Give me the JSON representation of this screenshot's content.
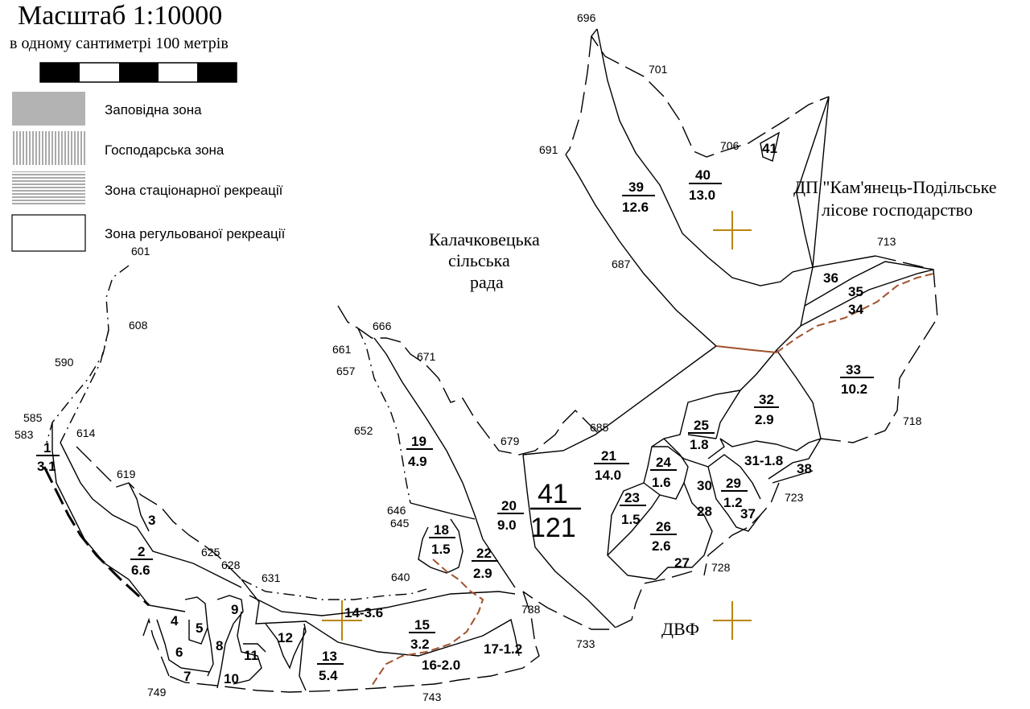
{
  "scale": {
    "title": "Масштаб  1:10000",
    "subtitle": "в одному сантиметрі 100 метрів"
  },
  "legend": [
    {
      "label": "Заповідна зона",
      "pattern": "solid-gray"
    },
    {
      "label": "Господарська зона",
      "pattern": "vertical-hatch"
    },
    {
      "label": "Зона стаціонарної рекреації",
      "pattern": "horizontal-hatch"
    },
    {
      "label": "Зона регульованої рекреації",
      "pattern": "empty"
    }
  ],
  "regions": {
    "council_line1": "Калачковецька",
    "council_line2": "сільська",
    "council_line3": "рада",
    "forestry_line1": "ДП \"Кам'янець-Подільське",
    "forestry_line2": "лісове господарство",
    "dvf": "ДВФ"
  },
  "colors": {
    "boundary": "#000000",
    "road": "#a0522d",
    "cross": "#b8860b",
    "reserve_fill": "#b3b3b3"
  },
  "points": [
    "696",
    "701",
    "691",
    "706",
    "687",
    "713",
    "718",
    "723",
    "728",
    "733",
    "738",
    "743",
    "749",
    "601",
    "608",
    "590",
    "585",
    "583",
    "614",
    "619",
    "625",
    "628",
    "631",
    "640",
    "645",
    "646",
    "652",
    "657",
    "661",
    "666",
    "671",
    "679",
    "685"
  ],
  "plots": [
    {
      "num": "1",
      "area": "3.1"
    },
    {
      "num": "2",
      "area": "6.6"
    },
    {
      "num": "3",
      "area": ""
    },
    {
      "num": "4",
      "area": ""
    },
    {
      "num": "5",
      "area": ""
    },
    {
      "num": "6",
      "area": ""
    },
    {
      "num": "7",
      "area": ""
    },
    {
      "num": "8",
      "area": ""
    },
    {
      "num": "9",
      "area": ""
    },
    {
      "num": "10",
      "area": ""
    },
    {
      "num": "11",
      "area": ""
    },
    {
      "num": "12",
      "area": ""
    },
    {
      "num": "13",
      "area": "5.4"
    },
    {
      "num": "14-3.6",
      "area": ""
    },
    {
      "num": "15",
      "area": "3.2"
    },
    {
      "num": "16-2.0",
      "area": ""
    },
    {
      "num": "17-1.2",
      "area": ""
    },
    {
      "num": "18",
      "area": "1.5"
    },
    {
      "num": "19",
      "area": "4.9"
    },
    {
      "num": "20",
      "area": "9.0"
    },
    {
      "num": "21",
      "area": "14.0"
    },
    {
      "num": "22",
      "area": "2.9"
    },
    {
      "num": "23",
      "area": "1.5"
    },
    {
      "num": "24",
      "area": "1.6"
    },
    {
      "num": "25",
      "area": "1.8"
    },
    {
      "num": "26",
      "area": "2.6"
    },
    {
      "num": "27",
      "area": ""
    },
    {
      "num": "28",
      "area": ""
    },
    {
      "num": "29",
      "area": "1.2"
    },
    {
      "num": "30",
      "area": ""
    },
    {
      "num": "31-1.8",
      "area": ""
    },
    {
      "num": "32",
      "area": "2.9"
    },
    {
      "num": "33",
      "area": "10.2"
    },
    {
      "num": "34",
      "area": ""
    },
    {
      "num": "35",
      "area": ""
    },
    {
      "num": "36",
      "area": ""
    },
    {
      "num": "37",
      "area": ""
    },
    {
      "num": "38",
      "area": ""
    },
    {
      "num": "39",
      "area": "12.6"
    },
    {
      "num": "40",
      "area": "13.0"
    },
    {
      "num": "41",
      "area": ""
    }
  ],
  "quarter": {
    "num": "41",
    "area": "121"
  }
}
